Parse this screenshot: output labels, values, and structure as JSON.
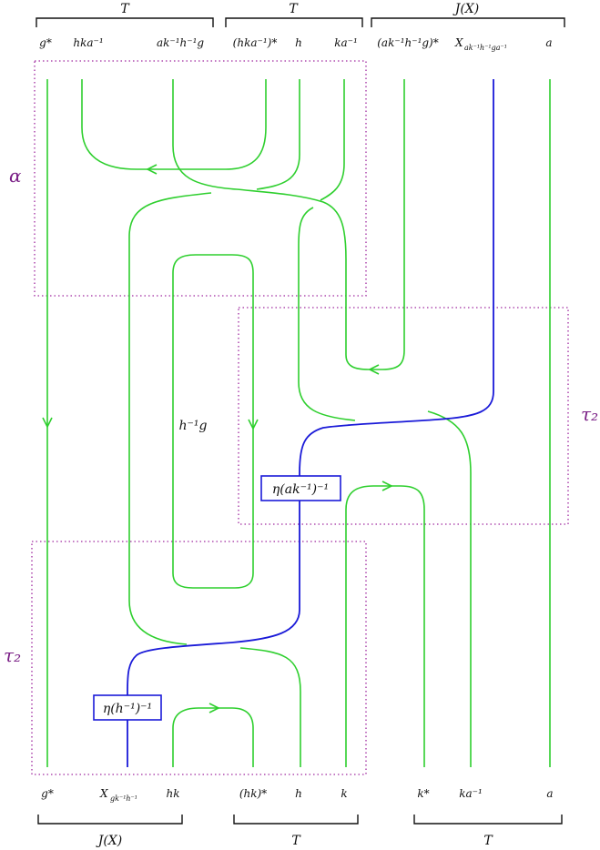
{
  "top": {
    "brace_labels": [
      "T",
      "T",
      "J(X)"
    ],
    "labels": {
      "g_star": "g*",
      "hka_inv": "hka⁻¹",
      "ak_inv_h_inv_g": "ak⁻¹h⁻¹g",
      "hka_inv_star": "(hka⁻¹)*",
      "h": "h",
      "ka_inv": "ka⁻¹",
      "ak_inv_h_inv_g_star": "(ak⁻¹h⁻¹g)*",
      "x_ak_main": "X",
      "x_ak_sub": "ak⁻¹h⁻¹ga⁻¹",
      "a": "a"
    }
  },
  "bottom": {
    "brace_labels": [
      "J(X)",
      "T",
      "T"
    ],
    "labels": {
      "g_star": "g*",
      "x_gk_main": "X",
      "x_gk_sub": "gk⁻¹h⁻¹",
      "hk": "hk",
      "hk_star": "(hk)*",
      "h": "h",
      "k": "k",
      "k_star": "k*",
      "ka_inv": "ka⁻¹",
      "a": "a"
    }
  },
  "regions": {
    "alpha": "α",
    "tau2_right": "τ₂",
    "tau2_left": "τ₂"
  },
  "middle_label": "h⁻¹g",
  "boxes": {
    "eta_top": "η(ak⁻¹)⁻¹",
    "eta_bottom": "η(h⁻¹)⁻¹"
  },
  "colors": {
    "wire": "#2ecf2e",
    "x_wire": "#1a1ad8",
    "frame": "#a02aa0"
  }
}
